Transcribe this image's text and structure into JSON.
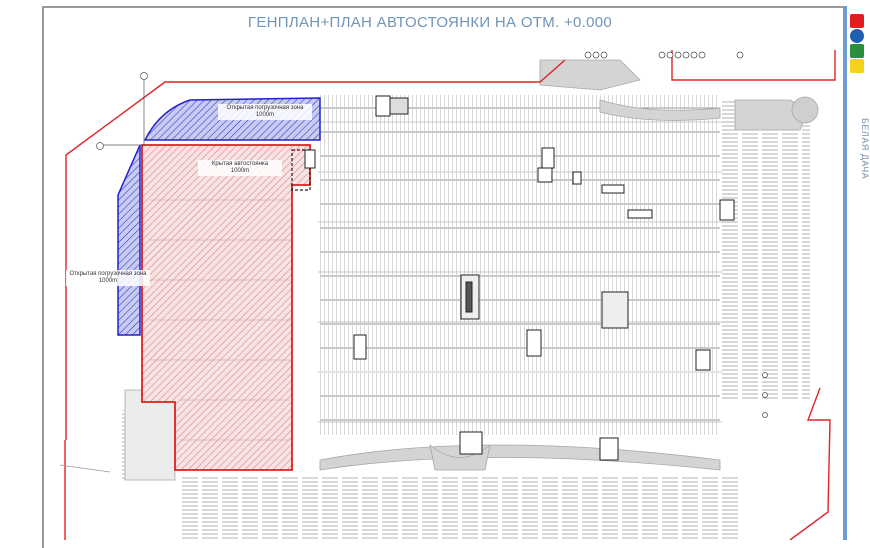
{
  "title": "ГЕНПЛАН+ПЛАН АВТОСТОЯНКИ НА ОТМ. +0.000",
  "brand": {
    "name": "БЕЛАЯ ДАЧА",
    "logo": "mega-logo-icon",
    "logo_colors": [
      "#e02020",
      "#1f5fb0",
      "#2a8f3a",
      "#f2d21a"
    ]
  },
  "zones": [
    {
      "name": "Открытая погрузочная зона",
      "area": "1000m",
      "color": "#2a2ad0"
    },
    {
      "name": "Крытая автостоянка",
      "area": "1000m",
      "color": "#e03030"
    },
    {
      "name": "Открытая погрузочная зона",
      "area": "1000m",
      "color": "#2a2ad0"
    }
  ],
  "colors": {
    "site_boundary": "#e02525",
    "title_text": "#6f95b8",
    "side_bar": "#6a9bd3",
    "linework": "#8a8a8a"
  }
}
